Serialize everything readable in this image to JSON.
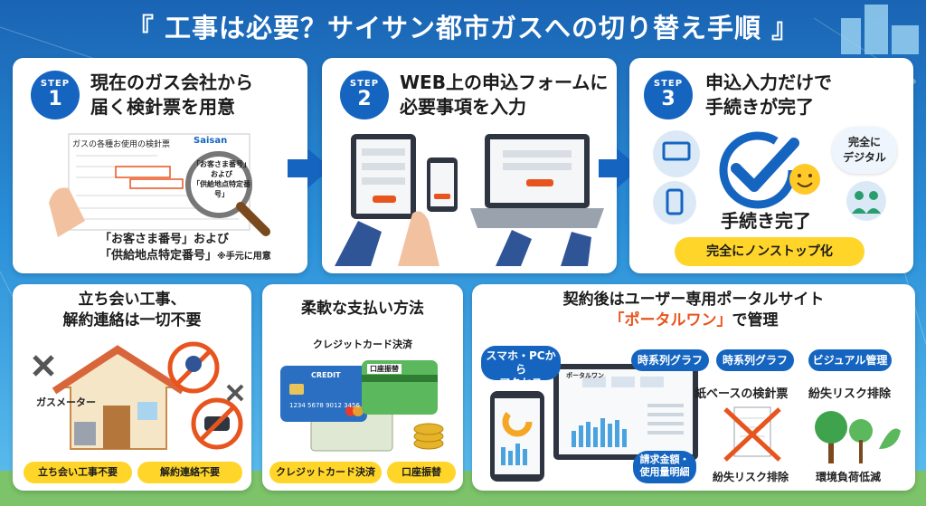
{
  "title": "『 工事は必要？サイサン都市ガスへの切り替え手順 』",
  "step_label": "STEP",
  "steps": [
    {
      "number": "1",
      "heading_line1": "現在のガス会社から",
      "heading_line2": "届く検針票を用意",
      "doc_title": "ガスの各種お使用の検針票",
      "brand": "Saisan",
      "magnifier_line1": "「お客さま番号」",
      "magnifier_line2": "および",
      "magnifier_line3": "「供給地点特定番号」",
      "note_line1": "「お客さま番号」および",
      "note_line2": "「供給地点特定番号」",
      "note_small": "※手元に用意"
    },
    {
      "number": "2",
      "heading_line1": "WEB上の申込フォームに",
      "heading_line2": "必要事項を入力"
    },
    {
      "number": "3",
      "heading_line1": "申込入力だけで",
      "heading_line2": "手続きが完了",
      "bubble_line1": "完全に",
      "bubble_line2": "デジタル",
      "done_label": "手続き完了",
      "pill_label": "完全にノンストップ化"
    }
  ],
  "bottom_left": {
    "heading_line1": "立ち会い工事、",
    "heading_line2": "解約連絡は一切不要",
    "meter_label": "ガスメーター",
    "pill1": "立ち会い工事不要",
    "pill2": "解約連絡不要"
  },
  "bottom_mid": {
    "heading": "柔軟な支払い方法",
    "sub_label": "クレジットカード決済",
    "card_label": "CREDIT",
    "card_number": "1234 5678 9012 3456",
    "bank_label": "口座振替",
    "pill1": "クレジットカード決済",
    "pill2": "口座振替"
  },
  "bottom_right": {
    "heading_line1": "契約後はユーザー専用ポータルサイト",
    "heading_line2_accent": "「ポータルワン」",
    "heading_line2_rest": "で管理",
    "bubble_device_line1": "スマホ・PCから",
    "bubble_device_line2": "アクセス",
    "bubble_graph1": "時系列グラフ",
    "bubble_graph2": "時系列グラフ",
    "bubble_visual": "ビジュアル管理",
    "bubble_bill_line1": "請求金額・",
    "bubble_bill_line2": "使用量明細",
    "portal_name": "ポータルワン",
    "label_paper": "紙ベースの検針票",
    "label_loss": "紛失リスク排除",
    "label_loss2": "紛失リスク排除",
    "label_env": "環境負荷低減"
  },
  "colors": {
    "primary": "#1565c0",
    "accent": "#e8541e",
    "pill": "#ffd52a"
  }
}
